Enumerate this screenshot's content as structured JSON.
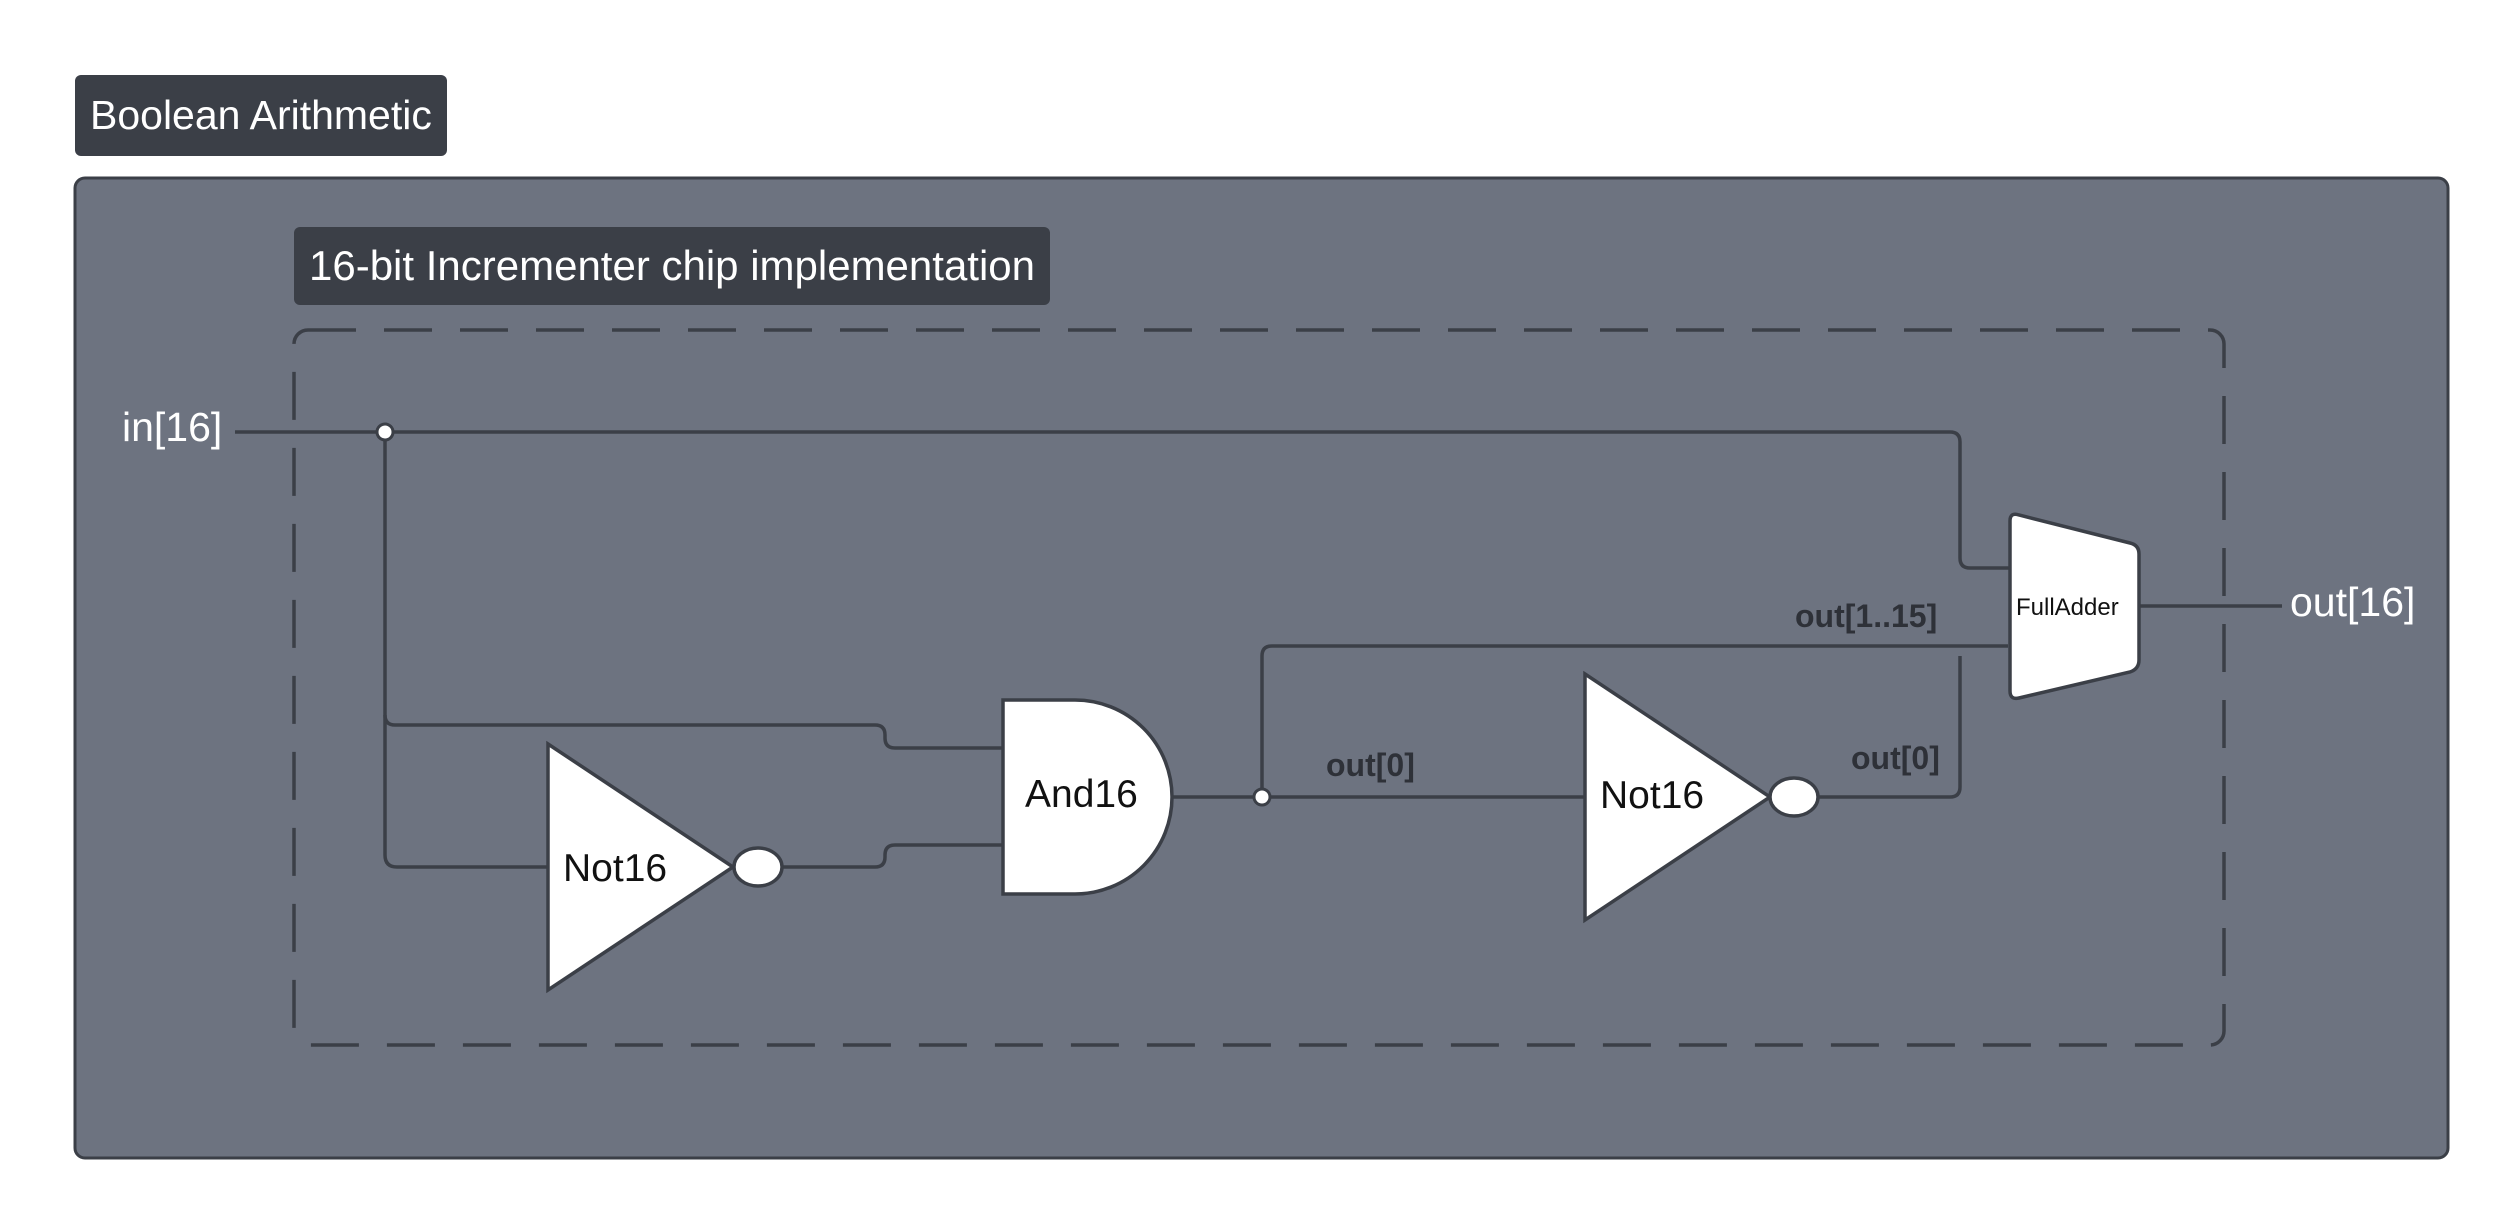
{
  "diagram": {
    "section_title": "Boolean Arithmetic",
    "chip_title": "16-bit Incrementer chip implementation",
    "input_label": "in[16]",
    "output_label": "out[16]",
    "gates": {
      "not16_first": "Not16",
      "and16": "And16",
      "not16_second": "Not16",
      "full_adder": "FullAdder"
    },
    "wire_labels": {
      "out_high": "out[1..15]",
      "out_bit0_mid": "out[0]",
      "out_bit0_right": "out[0]"
    },
    "colors": {
      "outer_panel": "#6d7380",
      "title_tag": "#3b3f47",
      "wire": "#3b3f47",
      "gate_fill": "#ffffff"
    }
  }
}
